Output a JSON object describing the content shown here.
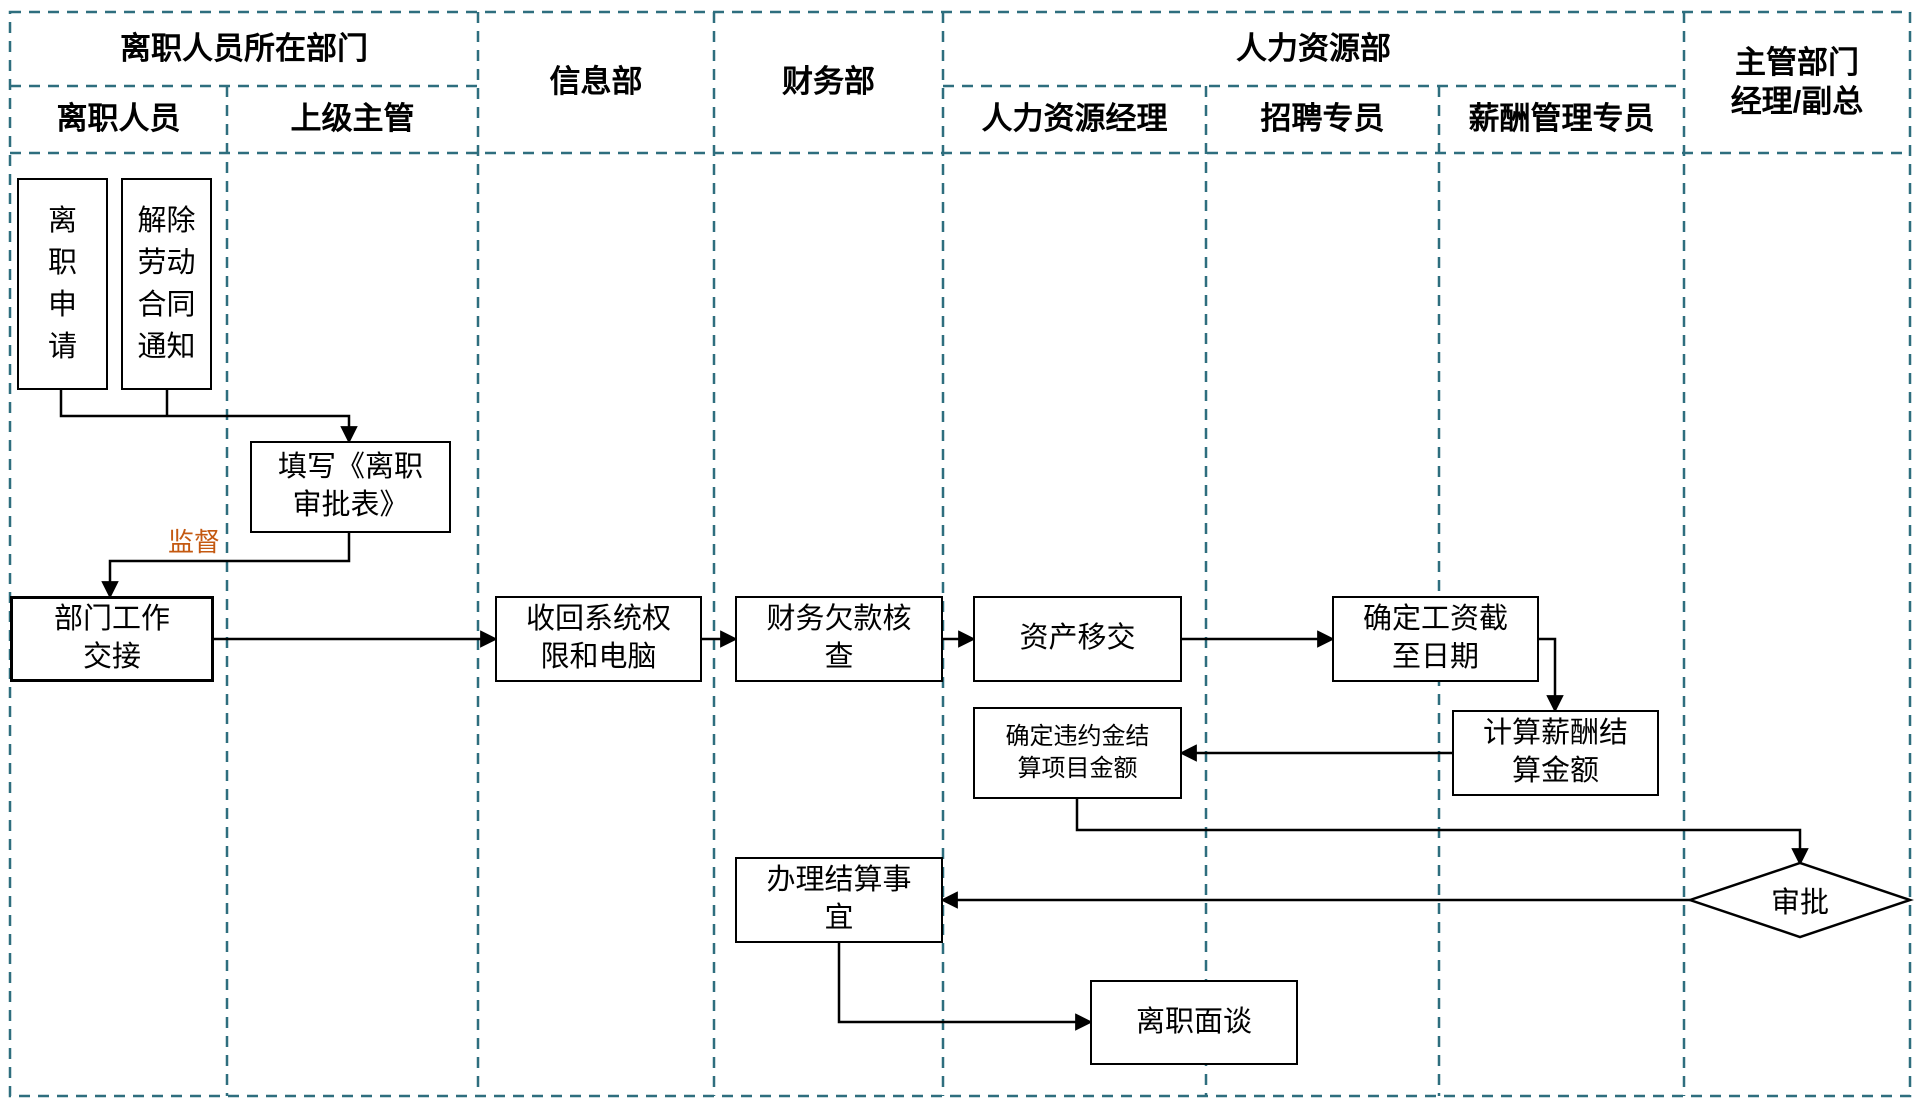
{
  "diagram": {
    "lanes": {
      "dept_group": "离职人员所在部门",
      "resigner": "离职人员",
      "supervisor": "上级主管",
      "it_dept": "信息部",
      "finance_dept": "财务部",
      "hr_group": "人力资源部",
      "hr_manager": "人力资源经理",
      "recruiter": "招聘专员",
      "comp_specialist": "薪酬管理专员",
      "executive": "主管部门\n经理/副总"
    },
    "nodes": {
      "resign_apply": "离\n职\n申\n请",
      "terminate_notice": "解除\n劳动\n合同\n通知",
      "fill_form": "填写《离职\n审批表》",
      "handover": "部门工作\n交接",
      "reclaim_access": "收回系统权\n限和电脑",
      "debt_check": "财务欠款核\n查",
      "asset_transfer": "资产移交",
      "salary_cutoff": "确定工资截\n至日期",
      "calc_settlement": "计算薪酬结\n算金额",
      "penalty_items": "确定违约金结\n算项目金额",
      "settle_matters": "办理结算事\n宜",
      "approval": "审批",
      "exit_interview": "离职面谈"
    },
    "labels": {
      "supervise": "监督"
    },
    "colors": {
      "lane_border": "#2e6e7e",
      "node_border": "#000000",
      "flow_line": "#000000",
      "supervise_text": "#c45911"
    }
  }
}
